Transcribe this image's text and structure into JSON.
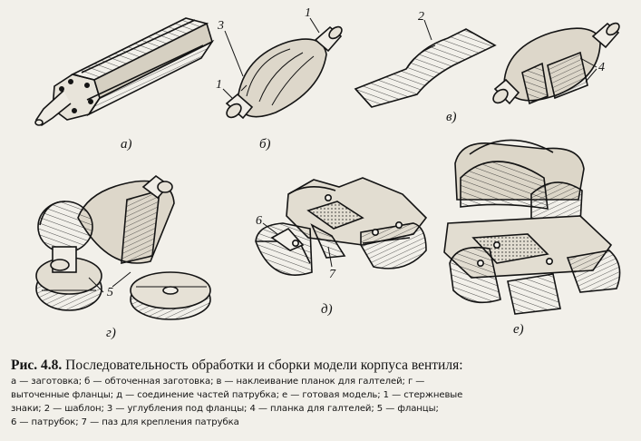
{
  "figure": {
    "panel_labels": {
      "a": "а)",
      "b": "б)",
      "v": "в)",
      "g": "г)",
      "d": "д)",
      "e": "е)"
    },
    "callouts": {
      "c1a": "1",
      "c1b": "1",
      "c2": "2",
      "c3": "3",
      "c4": "4",
      "c5": "5",
      "c6": "6",
      "c7": "7"
    }
  },
  "caption": {
    "fig_no": "Рис. 4.8.",
    "title": "Последовательность обработки и сборки модели корпуса вентиля:",
    "lines": [
      "а — заготовка; б — обточенная заготовка; в — наклеивание планок для галтелей; г —",
      "выточенные фланцы; д — соединение частей патрубка; е — готовая модель; 1 — стержневые",
      "знаки; 2 — шаблон; 3 — углубления под фланцы; 4 — планка для галтелей; 5 — фланцы;",
      "6 — патрубок; 7 — паз для крепления патрубка"
    ]
  }
}
